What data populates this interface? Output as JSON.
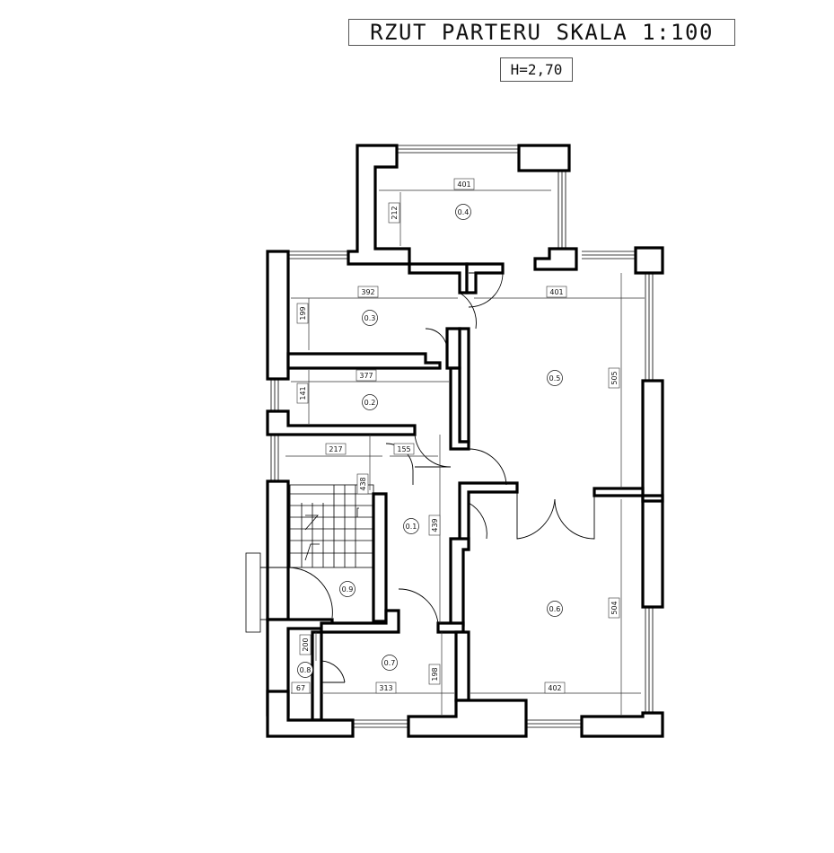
{
  "title": "RZUT PARTERU SKALA 1:100",
  "subtitle": "H=2,70",
  "rooms": [
    "0.4",
    "0.3",
    "0.5",
    "0.2",
    "0.1",
    "0.9",
    "0.6",
    "0.7",
    "0.8"
  ],
  "dimensions": [
    "401",
    "212",
    "392",
    "199",
    "401",
    "505",
    "377",
    "141",
    "217",
    "155",
    "438",
    "439",
    "504",
    "200",
    "198",
    "67",
    "313",
    "402"
  ]
}
